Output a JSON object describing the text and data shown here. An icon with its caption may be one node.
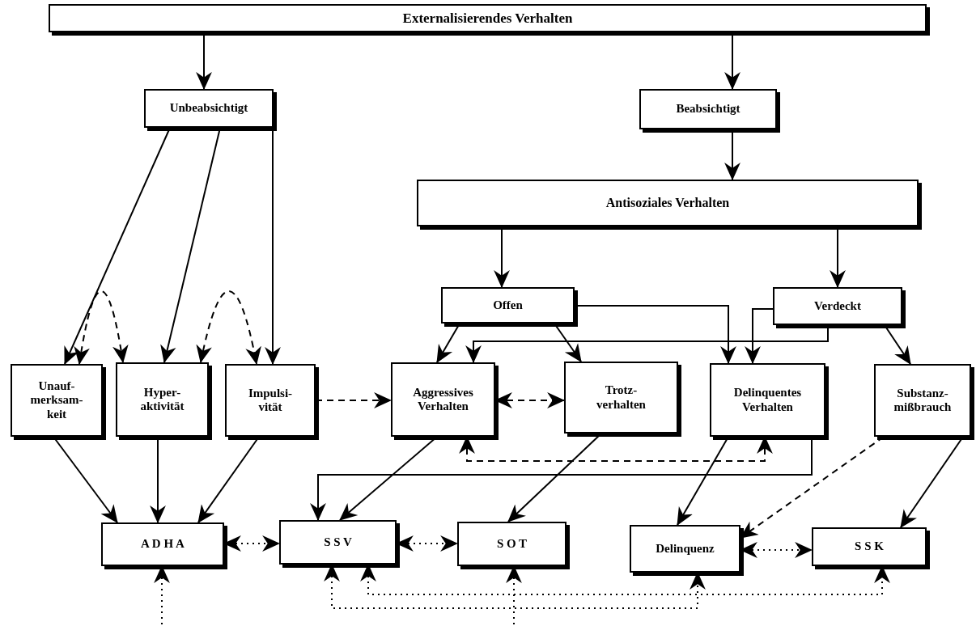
{
  "diagram": {
    "nodes": [
      {
        "text": [
          "Externalisierendes Verhalten"
        ]
      },
      {
        "text": [
          "Unbeabsichtigt"
        ]
      },
      {
        "text": [
          "Beabsichtigt"
        ]
      },
      {
        "text": [
          "Antisoziales Verhalten"
        ]
      },
      {
        "text": [
          "Offen"
        ]
      },
      {
        "text": [
          "Verdeckt"
        ]
      },
      {
        "text": [
          "Unauf- merksam- keit"
        ]
      },
      {
        "text": [
          "Hyper- aktivität"
        ]
      },
      {
        "text": [
          "Impulsi- vität"
        ]
      },
      {
        "text": [
          "Aggressives Verhalten"
        ]
      },
      {
        "text": [
          "Trotz- verhalten"
        ]
      },
      {
        "text": [
          "Delinquentes Verhalten"
        ]
      },
      {
        "text": [
          "Substanz- mißbrauch"
        ]
      },
      {
        "text": [
          "A D H A"
        ]
      },
      {
        "text": [
          "S S V"
        ]
      },
      {
        "text": [
          "S O T"
        ]
      },
      {
        "text": [
          "Delinquenz"
        ]
      },
      {
        "text": [
          "S S K"
        ]
      }
    ],
    "edges": [
      {
        "from": 0,
        "to": 1,
        "arrow": "to"
      },
      {
        "from": 0,
        "to": 2,
        "arrow": "to"
      },
      {
        "from": 2,
        "to": 3,
        "arrow": "to"
      },
      {
        "from": 1,
        "to": 6,
        "arrow": "to"
      },
      {
        "from": 1,
        "to": 7,
        "arrow": "to"
      },
      {
        "from": 1,
        "to": 8,
        "arrow": "to"
      },
      {
        "from": 3,
        "to": 4,
        "arrow": "to"
      },
      {
        "from": 3,
        "to": 5,
        "arrow": "to"
      },
      {
        "from": 6,
        "to": 7,
        "arrow": "both",
        "style": "dashed"
      },
      {
        "from": 7,
        "to": 8,
        "arrow": "both",
        "style": "dashed"
      },
      {
        "from": 8,
        "to": 9,
        "arrow": "to",
        "style": "dashed"
      },
      {
        "from": 4,
        "to": 9,
        "arrow": "to"
      },
      {
        "from": 4,
        "to": 10,
        "arrow": "to"
      },
      {
        "from": 4,
        "to": 11,
        "arrow": "to"
      },
      {
        "from": 5,
        "to": 11,
        "arrow": "to"
      },
      {
        "from": 5,
        "to": 9,
        "arrow": "to"
      },
      {
        "from": 5,
        "to": 12,
        "arrow": "to"
      },
      {
        "from": 9,
        "to": 10,
        "arrow": "both",
        "style": "dashed"
      },
      {
        "from": 9,
        "to": 11,
        "arrow": "both",
        "style": "dashed"
      },
      {
        "from": 11,
        "to": 14,
        "arrow": "to"
      },
      {
        "from": 9,
        "to": 14,
        "arrow": "to"
      },
      {
        "from": 10,
        "to": 15,
        "arrow": "to"
      },
      {
        "from": 11,
        "to": 16,
        "arrow": "to"
      },
      {
        "from": 12,
        "to": 16,
        "arrow": "to",
        "style": "dashed"
      },
      {
        "from": 12,
        "to": 17,
        "arrow": "to"
      },
      {
        "from": 6,
        "to": 13,
        "arrow": "to"
      },
      {
        "from": 7,
        "to": 13,
        "arrow": "to"
      },
      {
        "from": 8,
        "to": 13,
        "arrow": "to"
      },
      {
        "from": 13,
        "to": 14,
        "arrow": "both",
        "style": "dashed"
      },
      {
        "from": 14,
        "to": 15,
        "arrow": "both",
        "style": "dashed"
      },
      {
        "from": 16,
        "to": 17,
        "arrow": "both",
        "style": "dashed"
      },
      {
        "from": null,
        "to": 13,
        "arrow": "to",
        "style": "dashed"
      },
      {
        "from": null,
        "to": 15,
        "arrow": "to",
        "style": "dashed"
      },
      {
        "from": 14,
        "to": 17,
        "arrow": "both",
        "style": "dashed"
      },
      {
        "from": 14,
        "to": 16,
        "arrow": "both",
        "style": "dashed"
      }
    ]
  }
}
